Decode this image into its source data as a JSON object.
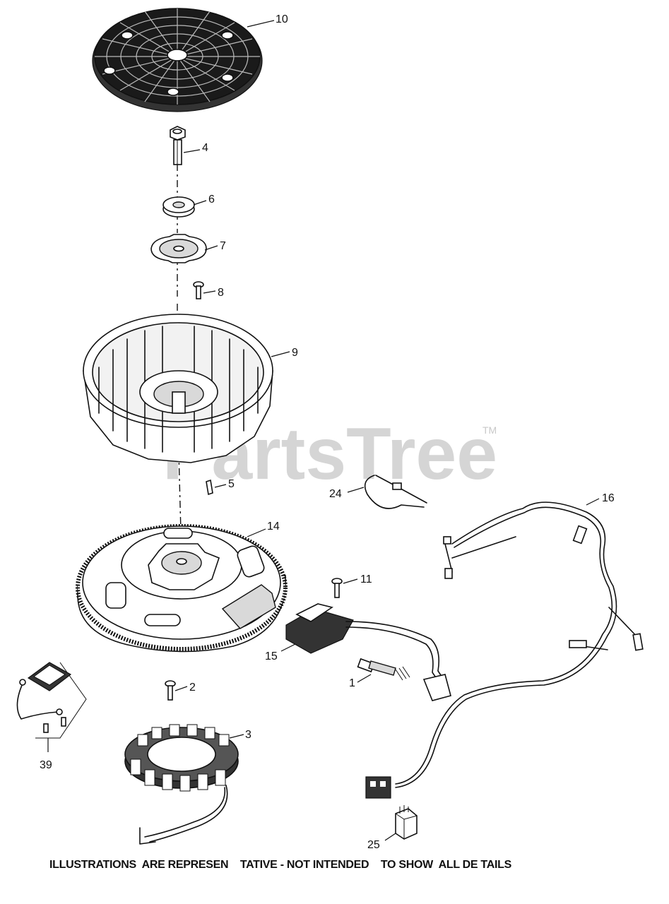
{
  "watermark": {
    "text": "PartsTree",
    "tm": "TM"
  },
  "disclaimer": "ILLUSTRATIONS  ARE REPRESEN    TATIVE - NOT INTENDED    TO SHOW  ALL DE TAILS",
  "callouts": {
    "c10": "10",
    "c4": "4",
    "c6": "6",
    "c7": "7",
    "c8": "8",
    "c9": "9",
    "c5": "5",
    "c24": "24",
    "c16": "16",
    "c14": "14",
    "c11": "11",
    "c15": "15",
    "c1": "1",
    "c2": "2",
    "c3": "3",
    "c39": "39",
    "c25": "25"
  }
}
